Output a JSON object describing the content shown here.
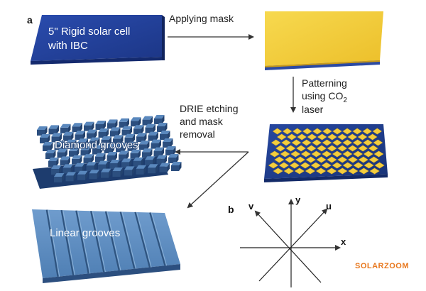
{
  "panels": {
    "a": "a",
    "b": "b"
  },
  "steps": {
    "applying_mask": "Applying mask",
    "patterning_line1": "Patterning",
    "patterning_line2": "using CO",
    "patterning_sub": "2",
    "patterning_line3": "laser",
    "drie_line1": "DRIE etching",
    "drie_line2": "and mask",
    "drie_line3": "removal"
  },
  "cell": {
    "line1": "5\" Rigid solar cell",
    "line2": "with IBC"
  },
  "results": {
    "diamond": "Diamond grooves",
    "linear": "Linear grooves"
  },
  "axes": {
    "y": "y",
    "u": "u",
    "v": "v",
    "x": "x"
  },
  "watermark": "SOLARZOOM",
  "colors": {
    "cell_top": "#22419a",
    "cell_side": "#14266a",
    "mask_top": "#f3cd3e",
    "mask_edge": "#c99a18",
    "groove_top": "#5a88bd",
    "groove_side": "#2c4f7f",
    "watermark": "#e8781e"
  }
}
